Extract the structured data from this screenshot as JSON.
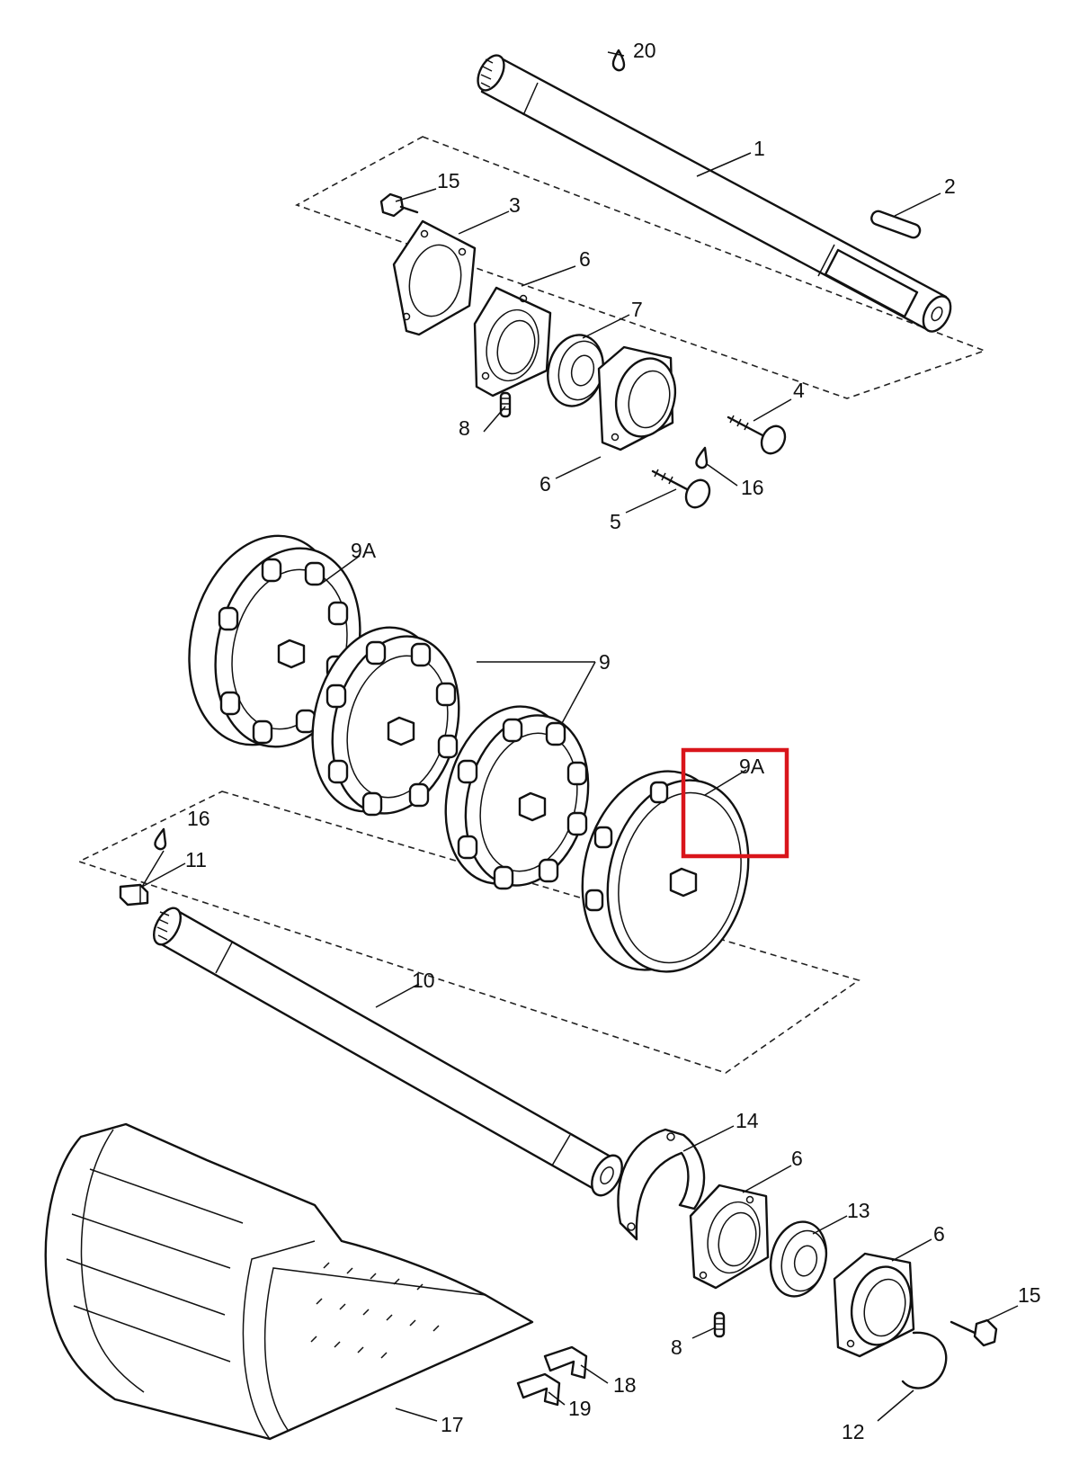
{
  "diagram": {
    "labels": [
      {
        "id": "20",
        "text": "20"
      },
      {
        "id": "1",
        "text": "1"
      },
      {
        "id": "2",
        "text": "2"
      },
      {
        "id": "15-top",
        "text": "15"
      },
      {
        "id": "3",
        "text": "3"
      },
      {
        "id": "6-a",
        "text": "6"
      },
      {
        "id": "7",
        "text": "7"
      },
      {
        "id": "4",
        "text": "4"
      },
      {
        "id": "8-top",
        "text": "8"
      },
      {
        "id": "6-b",
        "text": "6"
      },
      {
        "id": "16-top",
        "text": "16"
      },
      {
        "id": "5",
        "text": "5"
      },
      {
        "id": "9A-top",
        "text": "9A"
      },
      {
        "id": "9",
        "text": "9"
      },
      {
        "id": "9A-right",
        "text": "9A"
      },
      {
        "id": "16-mid",
        "text": "16"
      },
      {
        "id": "11",
        "text": "11"
      },
      {
        "id": "10",
        "text": "10"
      },
      {
        "id": "14",
        "text": "14"
      },
      {
        "id": "6-c",
        "text": "6"
      },
      {
        "id": "13",
        "text": "13"
      },
      {
        "id": "6-d",
        "text": "6"
      },
      {
        "id": "15-bottom",
        "text": "15"
      },
      {
        "id": "8-bottom",
        "text": "8"
      },
      {
        "id": "18",
        "text": "18"
      },
      {
        "id": "19",
        "text": "19"
      },
      {
        "id": "17",
        "text": "17"
      },
      {
        "id": "12",
        "text": "12"
      }
    ],
    "highlight_color": "#d9151b"
  }
}
